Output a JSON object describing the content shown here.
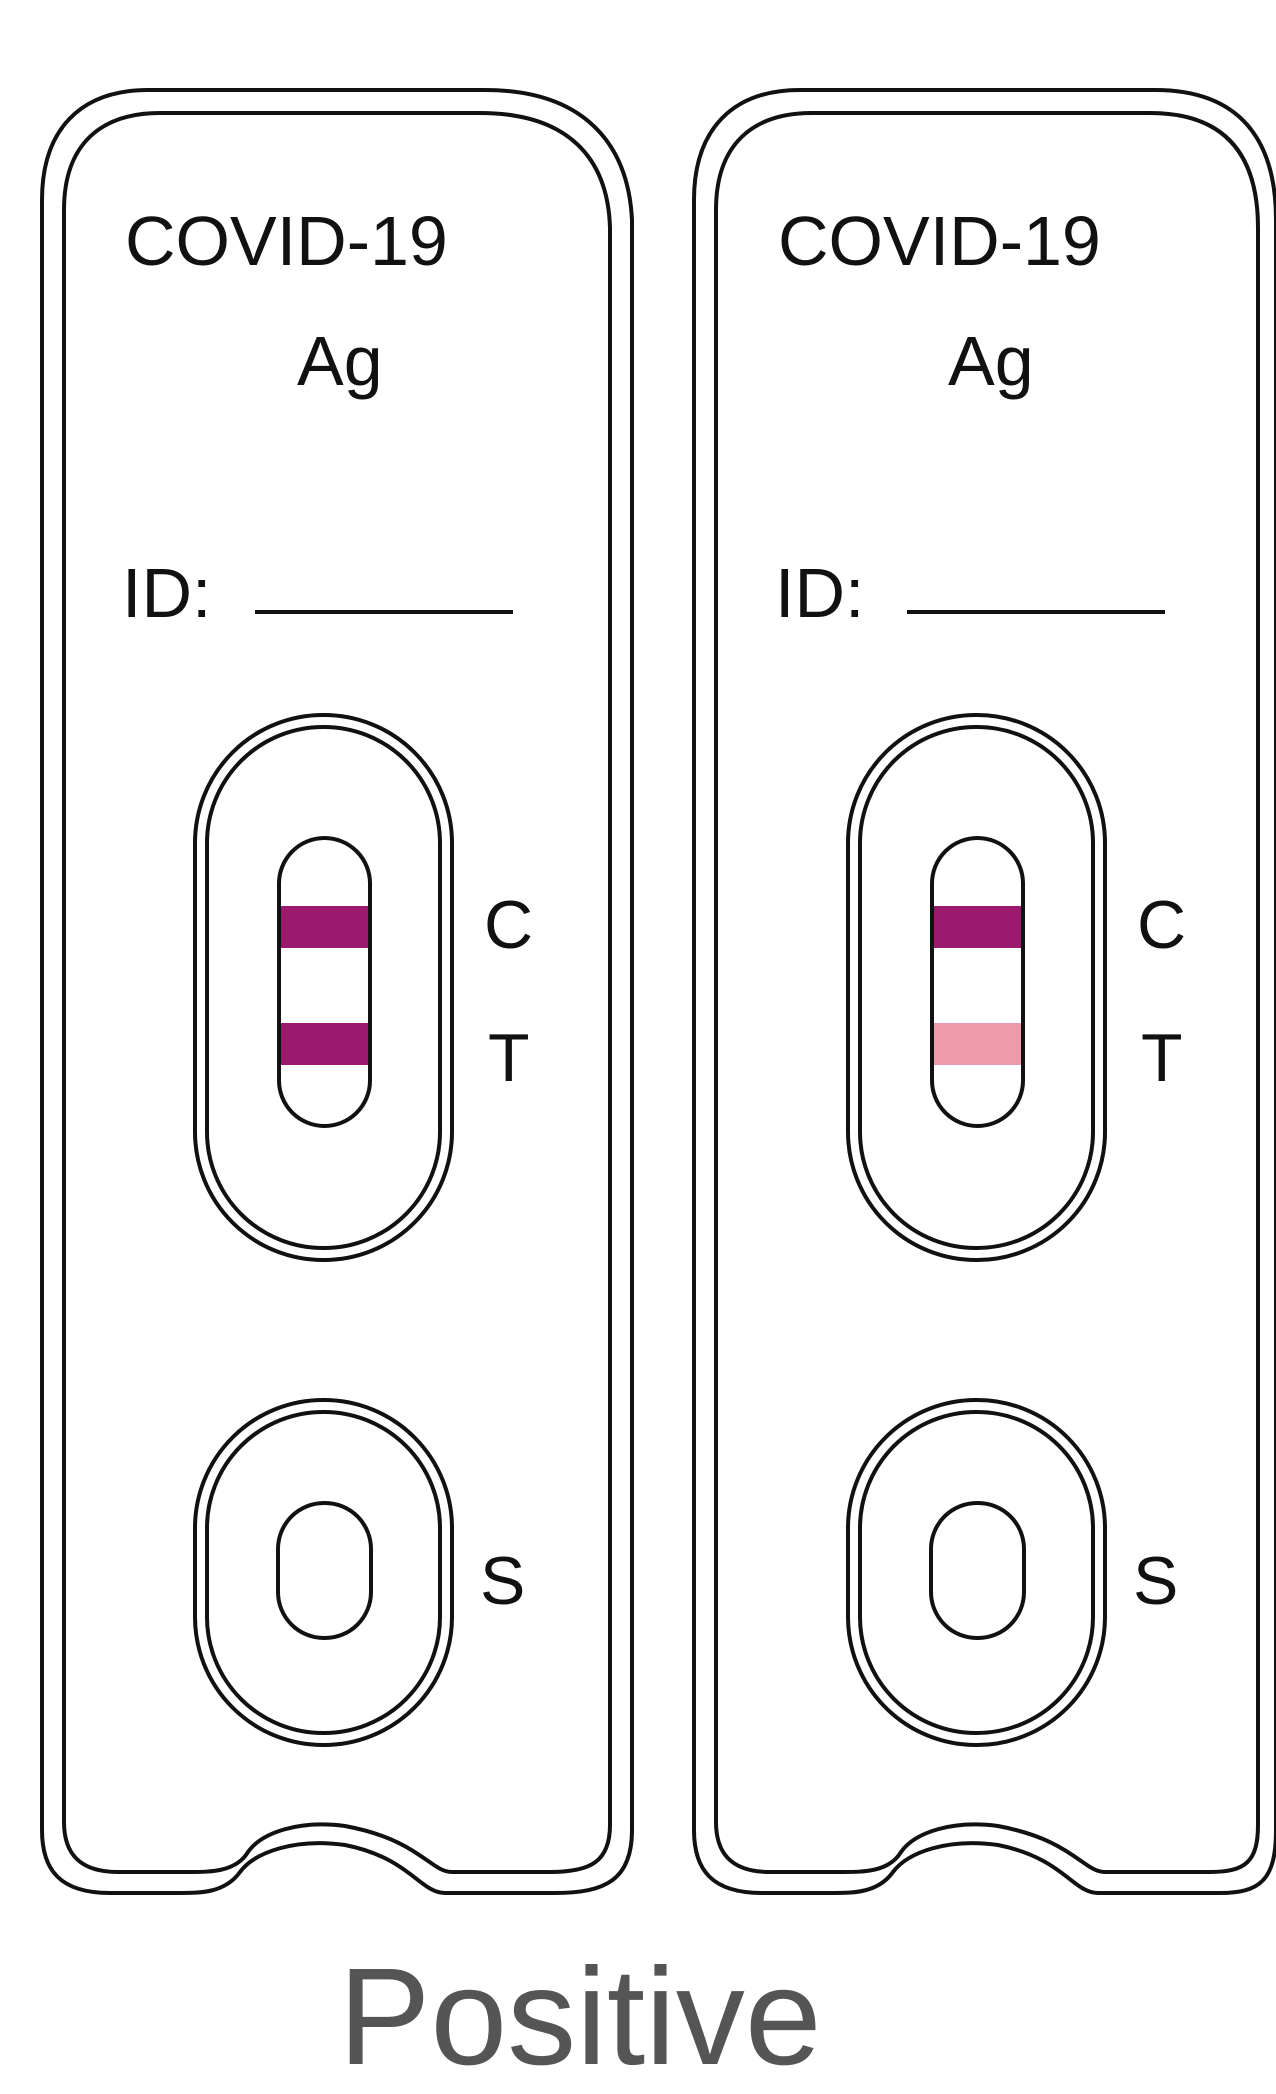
{
  "result_label": "Positive",
  "colors": {
    "outline": "#111111",
    "strong_line": "#9b1a6e",
    "faint_line": "#f29aad",
    "background": "#ffffff"
  },
  "cassettes": [
    {
      "title": "COVID-19",
      "subtitle": "Ag",
      "id_label": "ID:",
      "control_label": "C",
      "test_label": "T",
      "sample_label": "S",
      "control_line": "strong",
      "test_line": "strong"
    },
    {
      "title": "COVID-19",
      "subtitle": "Ag",
      "id_label": "ID:",
      "control_label": "C",
      "test_label": "T",
      "sample_label": "S",
      "control_line": "strong",
      "test_line": "faint"
    }
  ]
}
